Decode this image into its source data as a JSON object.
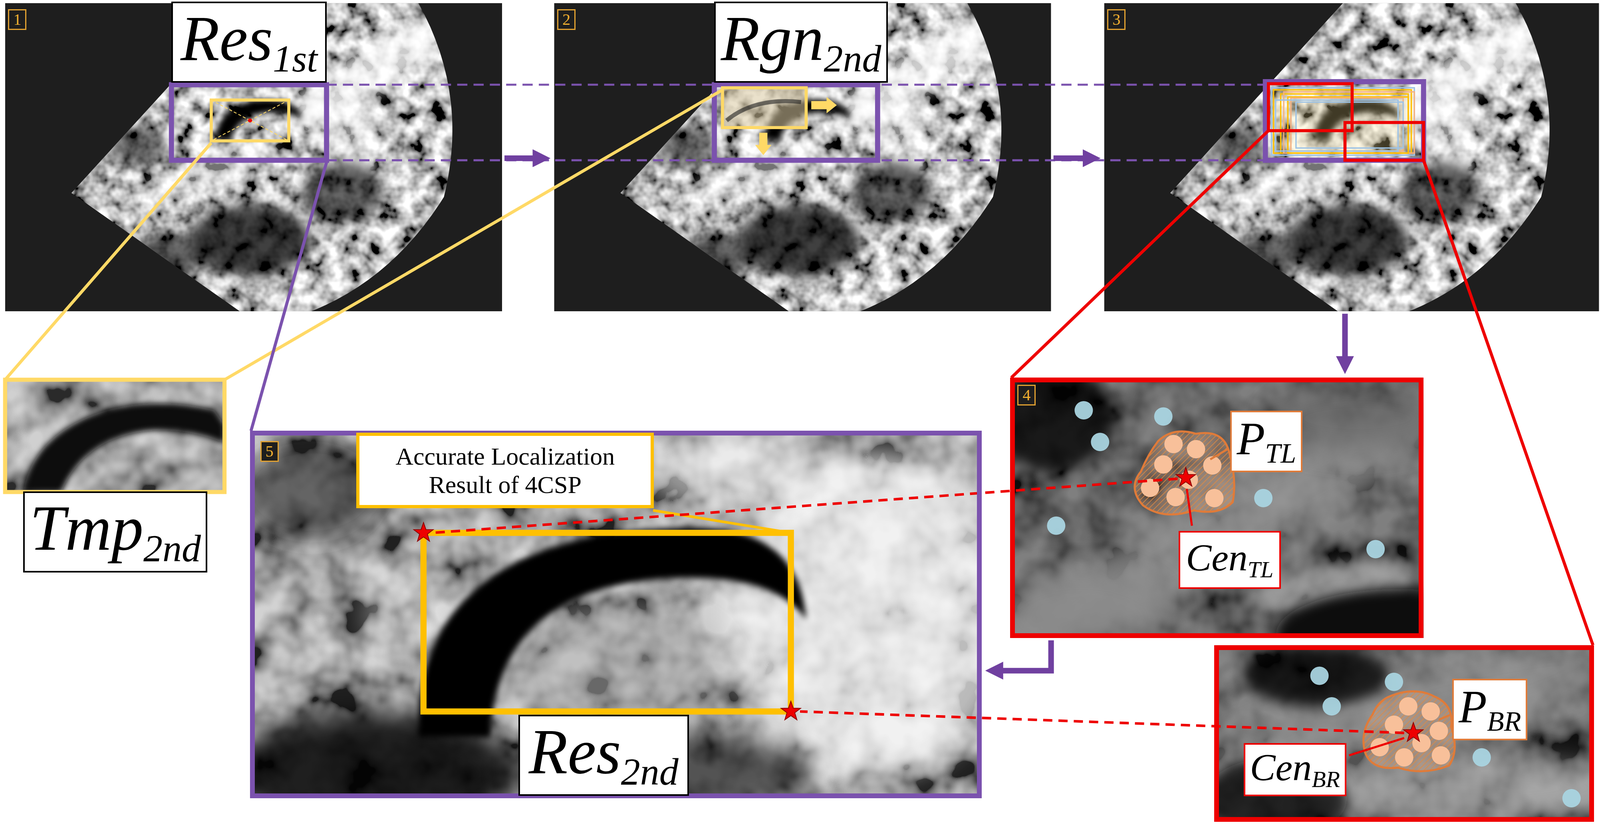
{
  "diagram": {
    "nodes": [
      {
        "text": [
          "1"
        ]
      },
      {
        "text": [
          "Res",
          "1st"
        ],
        "in": 0
      },
      {
        "text": [
          "2"
        ]
      },
      {
        "text": [
          "Rgn",
          "2nd"
        ],
        "in": 2
      },
      {
        "text": [
          "3"
        ]
      },
      {
        "text": [
          "Tmp",
          "2nd"
        ]
      },
      {
        "text": [
          "5"
        ]
      },
      {
        "text": [
          "Accurate Localization Result of 4CSP"
        ],
        "in": 6
      },
      {
        "text": [
          "Res",
          "2nd"
        ],
        "in": 6
      },
      {
        "text": [
          "4"
        ]
      },
      {
        "text": [
          "P",
          "TL"
        ],
        "in": 9
      },
      {
        "text": [
          "Cen",
          "TL"
        ],
        "in": 9
      },
      {
        "text": []
      },
      {
        "text": [
          "P",
          "BR"
        ],
        "in": 12
      },
      {
        "text": [
          "Cen",
          "BR"
        ],
        "in": 12
      }
    ],
    "edges": [
      {
        "from": 0,
        "to": 2,
        "arrow": "to"
      },
      {
        "from": 2,
        "to": 4,
        "arrow": "to"
      },
      {
        "from": 4,
        "to": 9,
        "arrow": "to"
      },
      {
        "from": 9,
        "to": 6,
        "arrow": "to"
      }
    ]
  }
}
